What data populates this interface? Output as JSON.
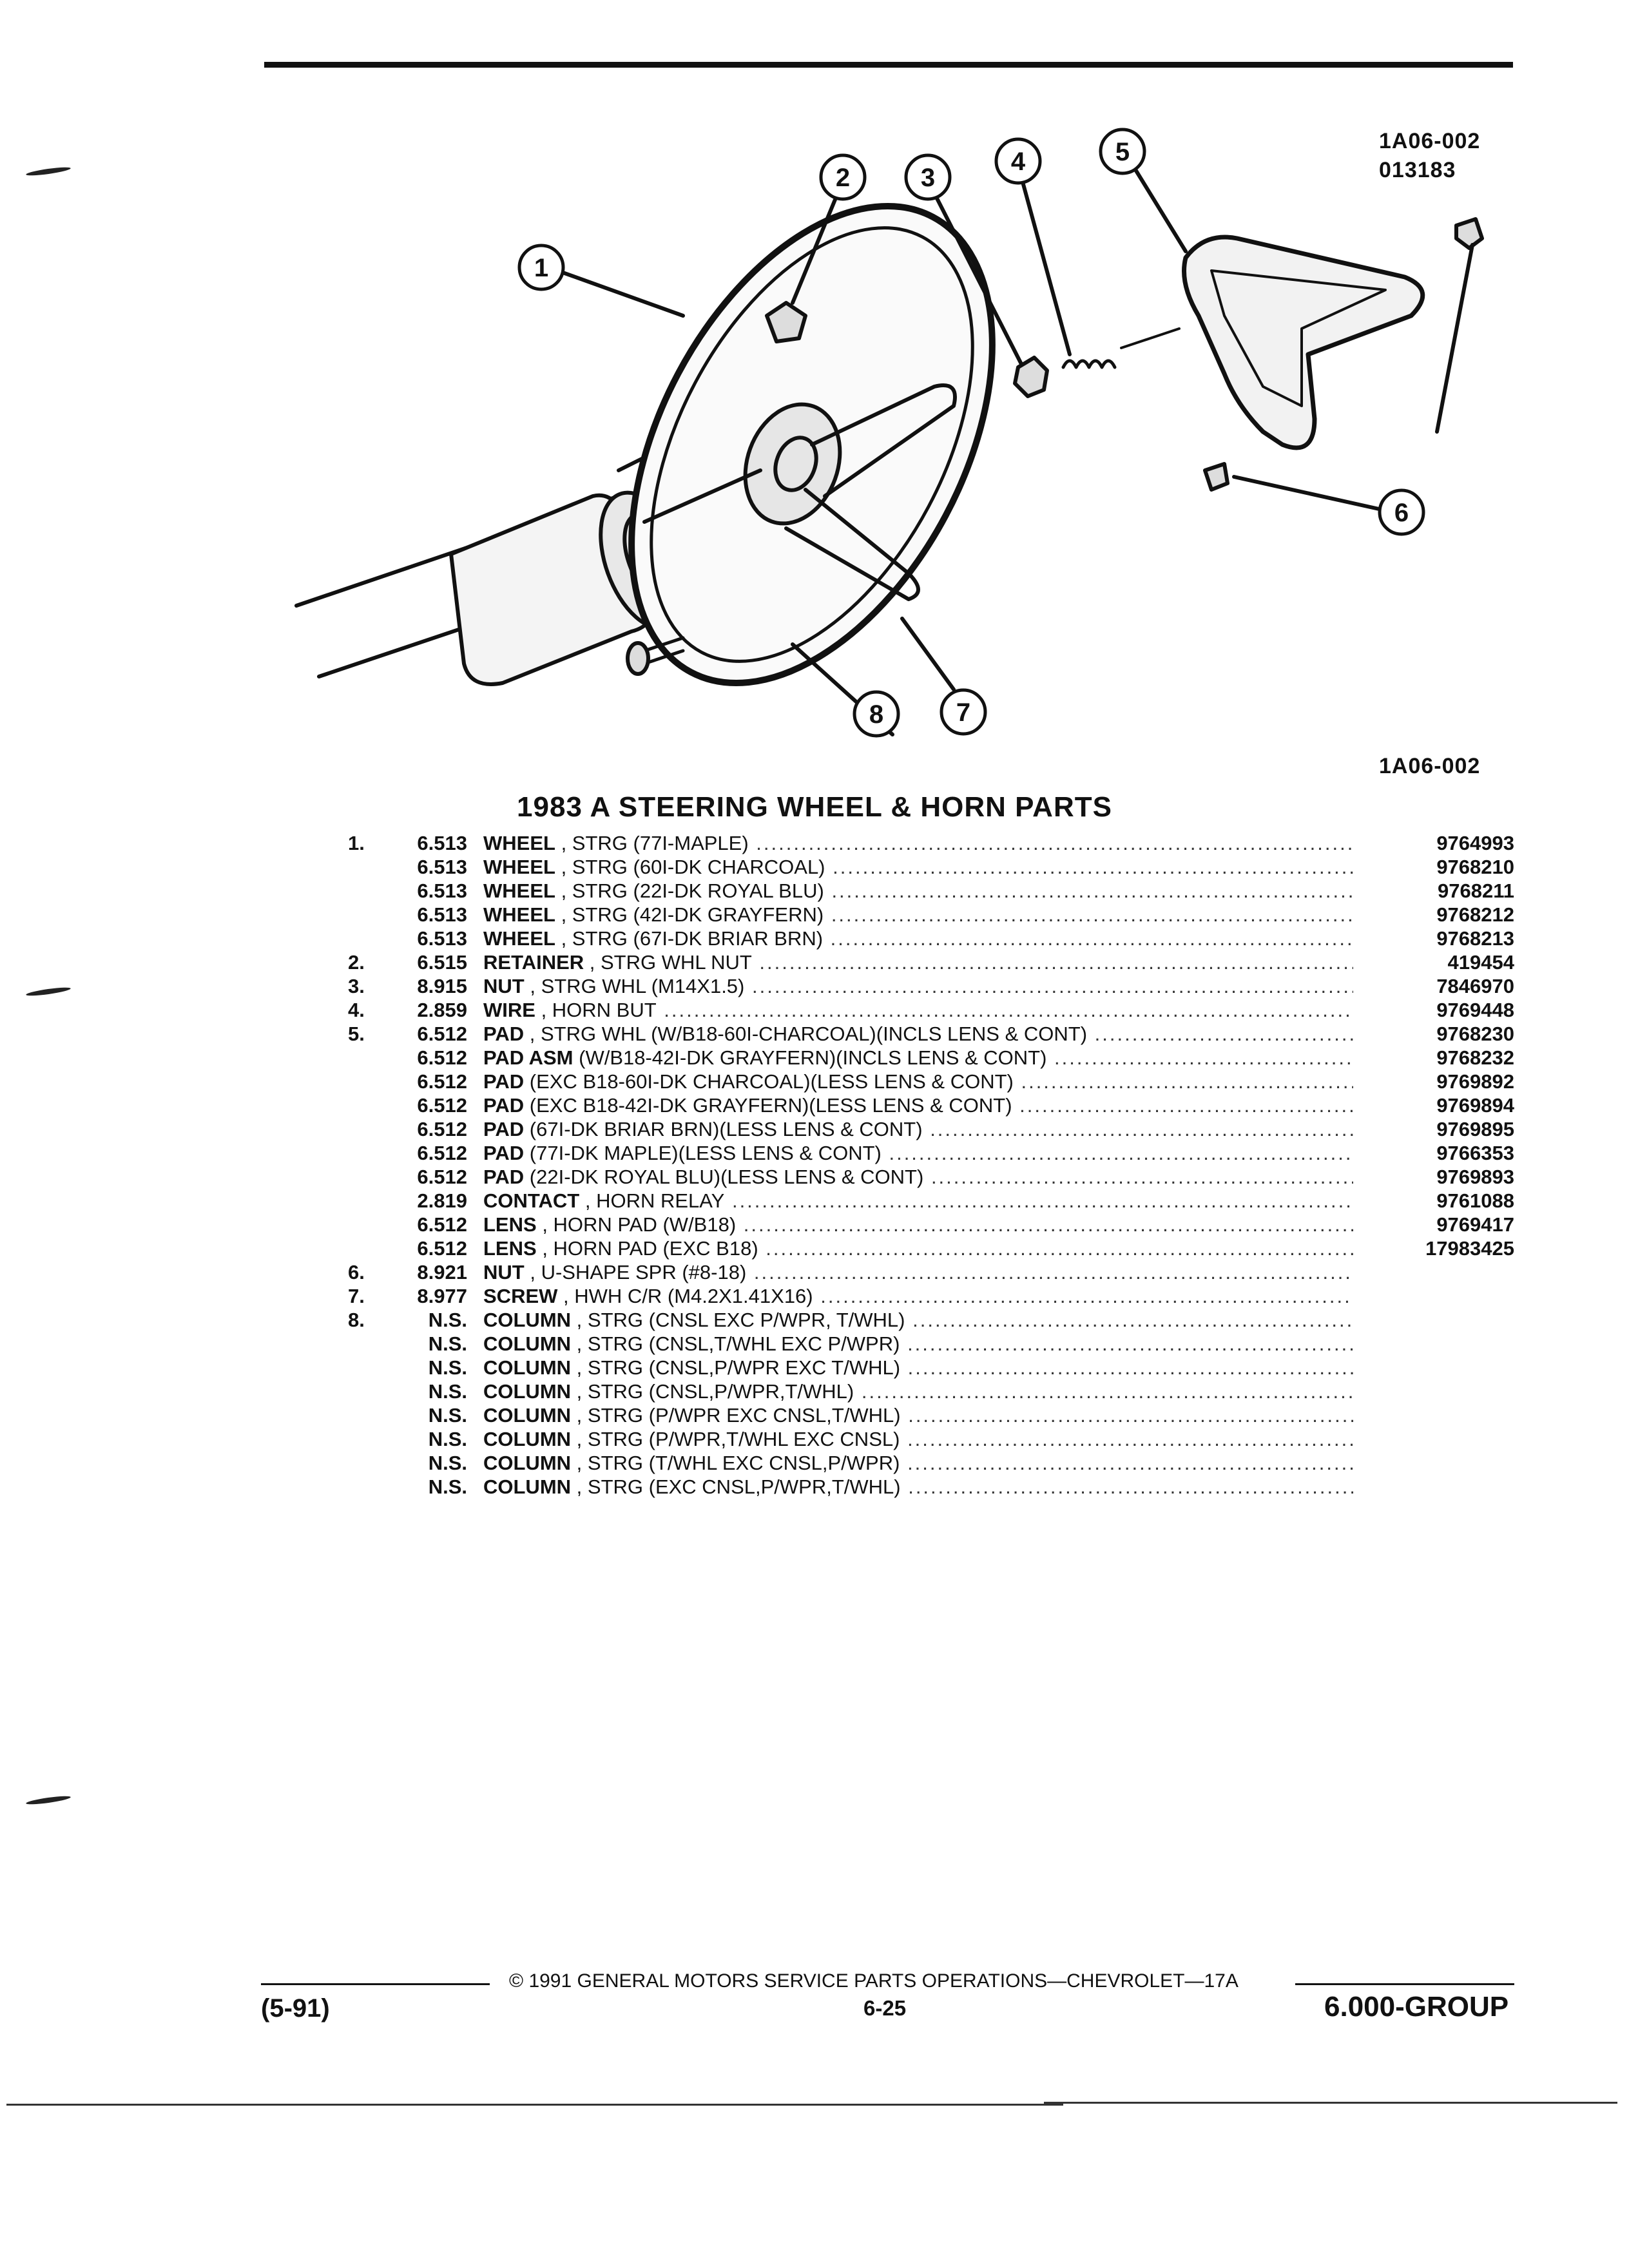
{
  "figure": {
    "code_top": "1A06-002",
    "code_date": "013183",
    "code_bottom": "1A06-002",
    "callouts": [
      "1",
      "2",
      "3",
      "4",
      "5",
      "6",
      "7",
      "8"
    ]
  },
  "title": "1983 A STEERING WHEEL & HORN PARTS",
  "parts": [
    {
      "ref": "1.",
      "group": "6.513",
      "name": "WHEEL",
      "detail": ", STRG (77I-MAPLE)",
      "part": "9764993"
    },
    {
      "ref": "",
      "group": "6.513",
      "name": "WHEEL",
      "detail": ", STRG (60I-DK CHARCOAL)",
      "part": "9768210"
    },
    {
      "ref": "",
      "group": "6.513",
      "name": "WHEEL",
      "detail": ", STRG (22I-DK ROYAL BLU)",
      "part": "9768211"
    },
    {
      "ref": "",
      "group": "6.513",
      "name": "WHEEL",
      "detail": ", STRG (42I-DK GRAYFERN)",
      "part": "9768212"
    },
    {
      "ref": "",
      "group": "6.513",
      "name": "WHEEL",
      "detail": ", STRG (67I-DK BRIAR BRN)",
      "part": "9768213"
    },
    {
      "ref": "2.",
      "group": "6.515",
      "name": "RETAINER",
      "detail": ", STRG WHL NUT",
      "part": "419454"
    },
    {
      "ref": "3.",
      "group": "8.915",
      "name": "NUT",
      "detail": ", STRG WHL (M14X1.5)",
      "part": "7846970"
    },
    {
      "ref": "4.",
      "group": "2.859",
      "name": "WIRE",
      "detail": ", HORN BUT",
      "part": "9769448"
    },
    {
      "ref": "5.",
      "group": "6.512",
      "name": "PAD",
      "detail": ", STRG WHL (W/B18-60I-CHARCOAL)(INCLS LENS & CONT)",
      "part": "9768230"
    },
    {
      "ref": "",
      "group": "6.512",
      "name": "PAD ASM",
      "detail": "(W/B18-42I-DK GRAYFERN)(INCLS LENS & CONT)",
      "part": "9768232"
    },
    {
      "ref": "",
      "group": "6.512",
      "name": "PAD",
      "detail": "(EXC B18-60I-DK CHARCOAL)(LESS LENS & CONT)",
      "part": "9769892"
    },
    {
      "ref": "",
      "group": "6.512",
      "name": "PAD",
      "detail": "(EXC B18-42I-DK GRAYFERN)(LESS LENS & CONT)",
      "part": "9769894"
    },
    {
      "ref": "",
      "group": "6.512",
      "name": "PAD",
      "detail": "(67I-DK BRIAR BRN)(LESS LENS & CONT)",
      "part": "9769895"
    },
    {
      "ref": "",
      "group": "6.512",
      "name": "PAD",
      "detail": "(77I-DK MAPLE)(LESS LENS & CONT)",
      "part": "9766353"
    },
    {
      "ref": "",
      "group": "6.512",
      "name": "PAD",
      "detail": "(22I-DK ROYAL BLU)(LESS LENS & CONT)",
      "part": "9769893"
    },
    {
      "ref": "",
      "group": "2.819",
      "name": "CONTACT",
      "detail": ", HORN RELAY",
      "part": "9761088"
    },
    {
      "ref": "",
      "group": "6.512",
      "name": "LENS",
      "detail": ", HORN PAD (W/B18)",
      "part": "9769417"
    },
    {
      "ref": "",
      "group": "6.512",
      "name": "LENS",
      "detail": ", HORN PAD (EXC B18)",
      "part": "17983425"
    },
    {
      "ref": "6.",
      "group": "8.921",
      "name": "NUT",
      "detail": ", U-SHAPE SPR (#8-18)",
      "part": ""
    },
    {
      "ref": "7.",
      "group": "8.977",
      "name": "SCREW",
      "detail": ", HWH C/R (M4.2X1.41X16)",
      "part": ""
    },
    {
      "ref": "8.",
      "group": "N.S.",
      "name": "COLUMN",
      "detail": ", STRG (CNSL EXC P/WPR, T/WHL)",
      "part": ""
    },
    {
      "ref": "",
      "group": "N.S.",
      "name": "COLUMN",
      "detail": ", STRG (CNSL,T/WHL EXC P/WPR)",
      "part": ""
    },
    {
      "ref": "",
      "group": "N.S.",
      "name": "COLUMN",
      "detail": ", STRG (CNSL,P/WPR EXC T/WHL)",
      "part": ""
    },
    {
      "ref": "",
      "group": "N.S.",
      "name": "COLUMN",
      "detail": ", STRG (CNSL,P/WPR,T/WHL)",
      "part": ""
    },
    {
      "ref": "",
      "group": "N.S.",
      "name": "COLUMN",
      "detail": ", STRG (P/WPR EXC CNSL,T/WHL)",
      "part": ""
    },
    {
      "ref": "",
      "group": "N.S.",
      "name": "COLUMN",
      "detail": ", STRG (P/WPR,T/WHL EXC CNSL)",
      "part": ""
    },
    {
      "ref": "",
      "group": "N.S.",
      "name": "COLUMN",
      "detail": ", STRG (T/WHL EXC CNSL,P/WPR)",
      "part": ""
    },
    {
      "ref": "",
      "group": "N.S.",
      "name": "COLUMN",
      "detail": ", STRG (EXC CNSL,P/WPR,T/WHL)",
      "part": ""
    }
  ],
  "footer": {
    "copyright": "© 1991 GENERAL MOTORS SERVICE PARTS OPERATIONS—CHEVROLET—17A",
    "date": "(5-91)",
    "page": "6-25",
    "group": "6.000-GROUP"
  }
}
